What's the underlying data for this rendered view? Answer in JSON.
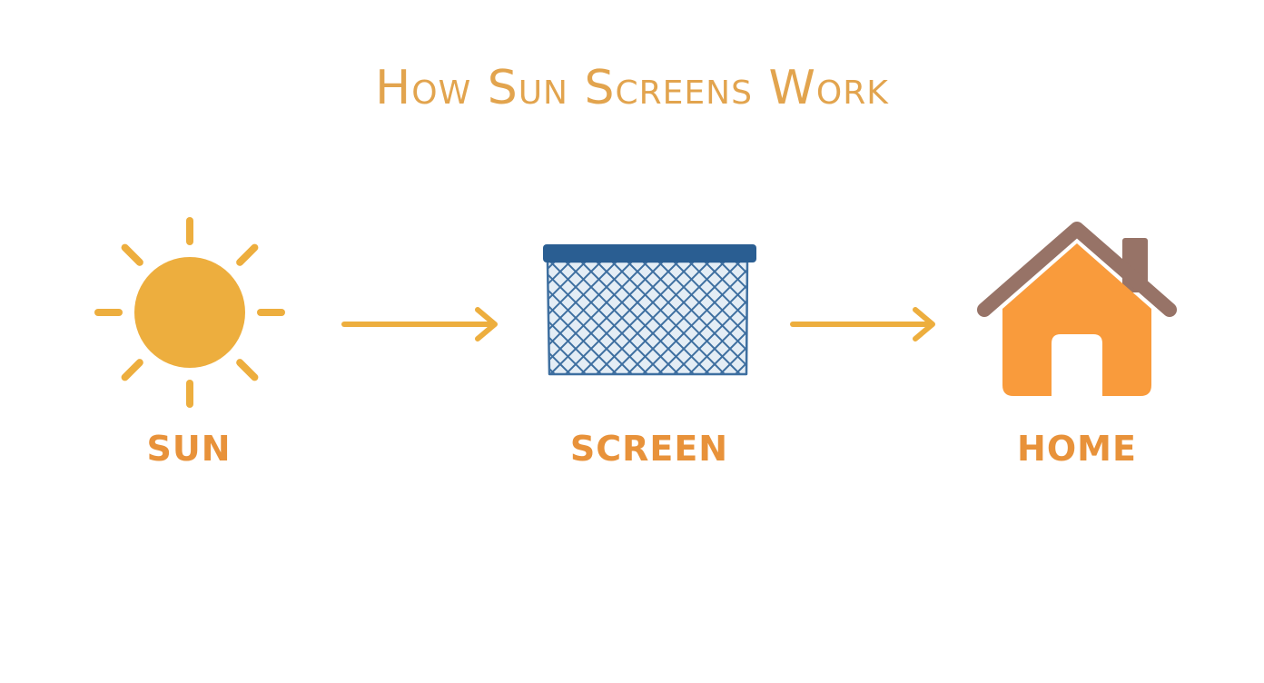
{
  "title": "How Sun Screens Work",
  "colors": {
    "title": "#E2A44E",
    "label": "#E8923A",
    "sun": "#EDAE3E",
    "arrow": "#EDAE3E",
    "screen_frame": "#2A5E92",
    "screen_mesh": "#3E6FA0",
    "screen_fill": "#E4EDF5",
    "house_body": "#F99B3C",
    "house_roof": "#977367",
    "background": "#FFFFFF"
  },
  "nodes": [
    {
      "id": "sun",
      "label": "SUN",
      "icon": "sun-icon"
    },
    {
      "id": "screen",
      "label": "SCREEN",
      "icon": "mesh-screen-icon"
    },
    {
      "id": "home",
      "label": "HOME",
      "icon": "house-icon"
    }
  ],
  "edges": [
    {
      "from": "sun",
      "to": "screen"
    },
    {
      "from": "screen",
      "to": "home"
    }
  ]
}
